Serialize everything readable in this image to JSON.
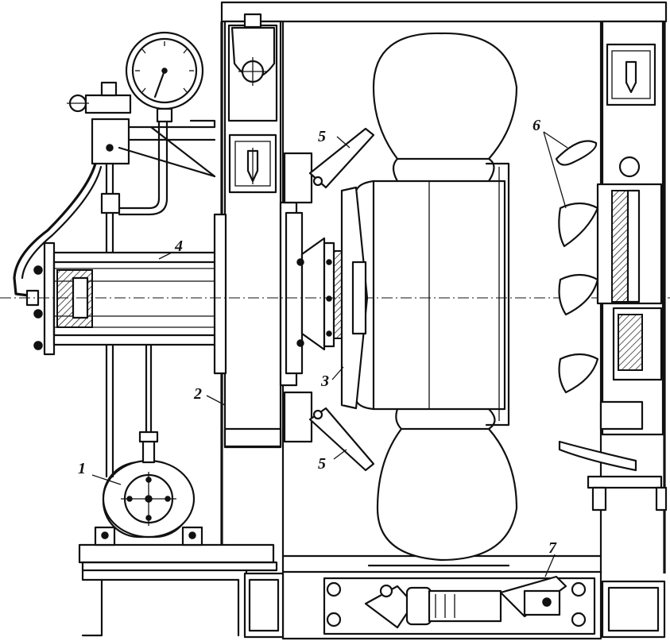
{
  "callouts": [
    {
      "id": "1",
      "label": "1"
    },
    {
      "id": "2",
      "label": "2"
    },
    {
      "id": "3",
      "label": "3"
    },
    {
      "id": "4",
      "label": "4"
    },
    {
      "id": "5a",
      "label": "5"
    },
    {
      "id": "5b",
      "label": "5"
    },
    {
      "id": "6",
      "label": "6"
    },
    {
      "id": "7",
      "label": "7"
    }
  ],
  "colors": {
    "ink": "#111111",
    "paper": "#ffffff"
  }
}
